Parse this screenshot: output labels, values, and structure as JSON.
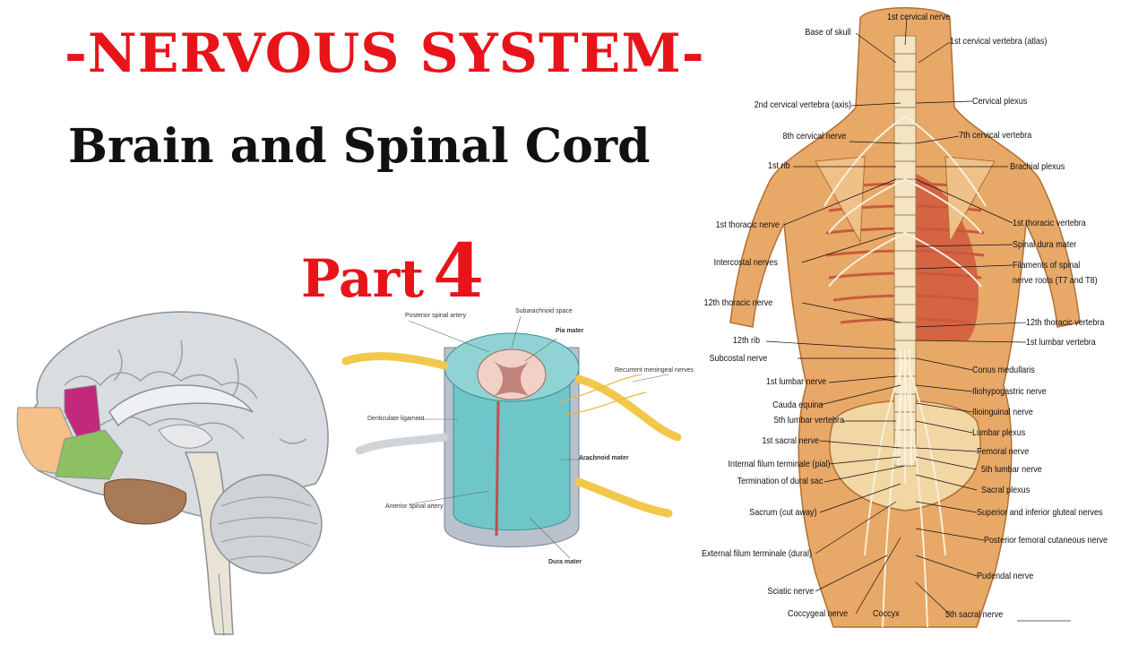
{
  "title": {
    "main": "-NERVOUS SYSTEM-",
    "sub": "Brain and Spinal Cord",
    "part_word": "Part",
    "part_number": "4"
  },
  "colors": {
    "title_red": "#e8141a",
    "frontal_lobe": "#f6c089",
    "motor_region": "#c4287a",
    "orbital_region": "#8cc062",
    "temporal_lobe": "#a87a58",
    "brain_grey": "#d9dde0",
    "cord_cyan": "#6fc6c8",
    "body_tan": "#e8a868",
    "muscle_red": "#d0533a"
  },
  "cord_labels": {
    "posterior_spinal_artery": "Posterior spinal artery",
    "subarachnoid_space": "Subarachnoid space",
    "pia_mater": "Pia mater",
    "recurrent_meningeal_nerves": "Recurrent meningeal nerves",
    "denticulate_ligament": "Denticulate ligament",
    "arachnoid_mater": "Arachnoid mater",
    "anterior_spinal_artery": "Anterior spinal artery",
    "dura_mater": "Dura mater"
  },
  "left_labels": [
    "Base of skull",
    "2nd cervical vertebra (axis)",
    "8th cervical nerve",
    "1st rib",
    "1st thoracic nerve",
    "Intercostal nerves",
    "12th thoracic nerve",
    "12th rib",
    "Subcostal nerve",
    "1st lumbar nerve",
    "Cauda equina",
    "5th lumbar vertebra",
    "1st sacral nerve",
    "Internal filum terminale (pial)",
    "Termination of dural sac",
    "Sacrum (cut away)",
    "External filum terminale (dural)",
    "Sciatic nerve",
    "Coccygeal nerve",
    "Coccyx"
  ],
  "right_labels": [
    "1st cervical nerve",
    "1st cervical vertebra (atlas)",
    "Cervical plexus",
    "7th cervical vertebra",
    "Brachial plexus",
    "1st thoracic vertebra",
    "Spinal dura mater",
    "Filaments of spinal",
    "nerve roots (T7 and T8)",
    "12th thoracic vertebra",
    "1st lumbar vertebra",
    "Conus medullaris",
    "Iliohypogastric nerve",
    "Ilioinguinal nerve",
    "Lumbar plexus",
    "Femoral nerve",
    "5th lumbar nerve",
    "Sacral plexus",
    "Superior and inferior gluteal nerves",
    "Posterior femoral cutaneous nerve",
    "Pudendal nerve",
    "5th sacral nerve"
  ]
}
